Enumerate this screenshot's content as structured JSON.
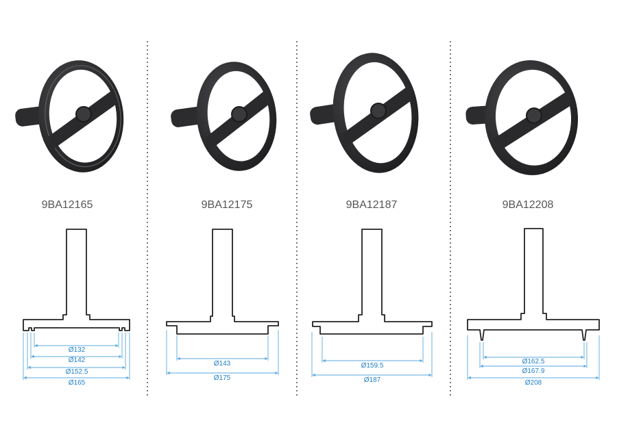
{
  "products": [
    {
      "part_number": "9BA12165",
      "dimensions": [
        "Ø132",
        "Ø142",
        "Ø152.5",
        "Ø165"
      ]
    },
    {
      "part_number": "9BA12175",
      "dimensions": [
        "Ø143",
        "Ø175"
      ]
    },
    {
      "part_number": "9BA12187",
      "dimensions": [
        "Ø159.5",
        "Ø187"
      ]
    },
    {
      "part_number": "9BA12208",
      "dimensions": [
        "Ø162.5",
        "Ø167.9",
        "Ø208"
      ]
    }
  ],
  "colors": {
    "dimension": "#1f7fc8",
    "part": "#2a2a2c",
    "divider": "#777777"
  }
}
